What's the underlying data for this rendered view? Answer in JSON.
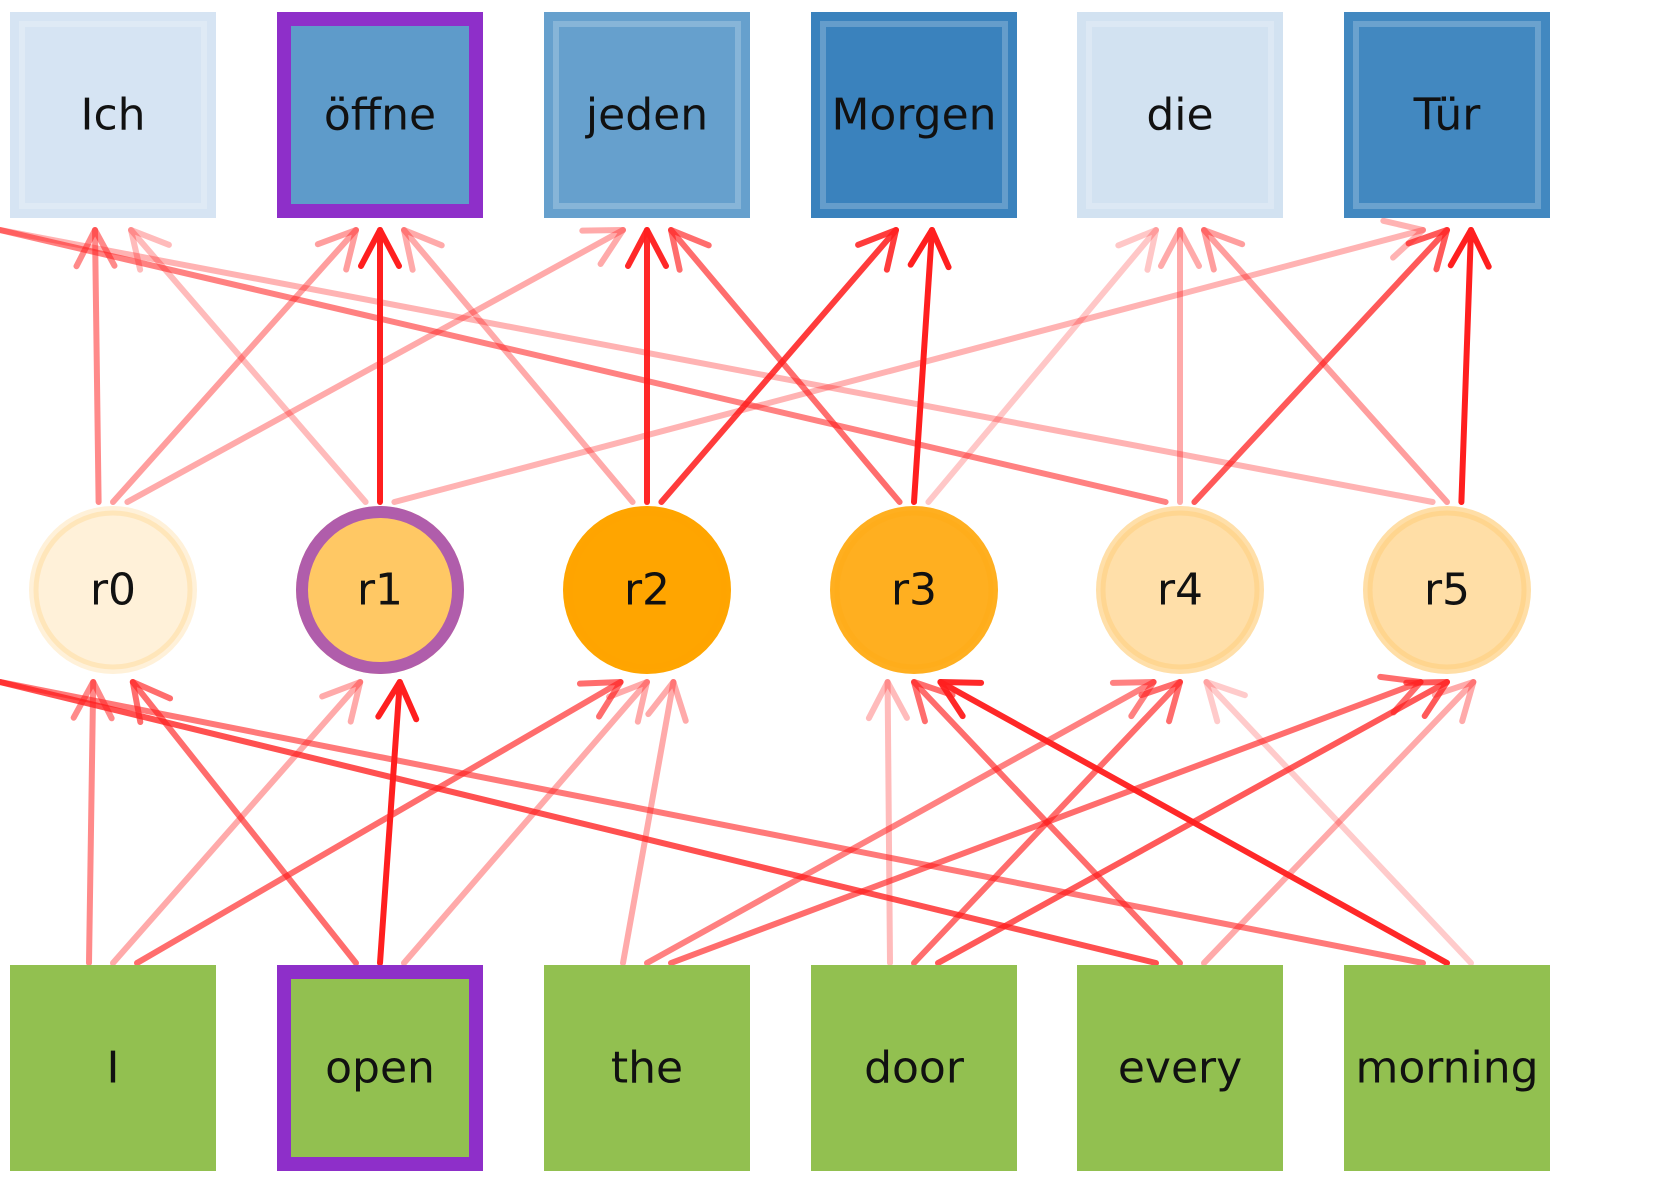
{
  "colors": {
    "arrow": "#ff1f1f",
    "highlight_border": "#8e2fc9",
    "source_fill": "#92c050",
    "target_fills": [
      "#d6e4f3",
      "#5e9bca",
      "#66a0cd",
      "#3a82bd",
      "#d2e2f1",
      "#4288c0"
    ],
    "hidden_fills": [
      "#fff1d9",
      "#ffc864",
      "#ffa500",
      "#ffaf20",
      "#ffdfa9",
      "#ffdea6"
    ]
  },
  "target_words": [
    {
      "label": "Ich",
      "highlight": false
    },
    {
      "label": "öffne",
      "highlight": true
    },
    {
      "label": "jeden",
      "highlight": false
    },
    {
      "label": "Morgen",
      "highlight": false
    },
    {
      "label": "die",
      "highlight": false
    },
    {
      "label": "Tür",
      "highlight": false
    }
  ],
  "hidden_states": [
    {
      "label": "r0",
      "highlight": false
    },
    {
      "label": "r1",
      "highlight": true
    },
    {
      "label": "r2",
      "highlight": false
    },
    {
      "label": "r3",
      "highlight": false
    },
    {
      "label": "r4",
      "highlight": false
    },
    {
      "label": "r5",
      "highlight": false
    }
  ],
  "source_words": [
    {
      "label": "I",
      "highlight": false
    },
    {
      "label": "open",
      "highlight": true
    },
    {
      "label": "the",
      "highlight": false
    },
    {
      "label": "door",
      "highlight": false
    },
    {
      "label": "every",
      "highlight": false
    },
    {
      "label": "morning",
      "highlight": false
    }
  ],
  "source_to_hidden": [
    {
      "from": 0,
      "to": 0,
      "weight": 0.45
    },
    {
      "from": 0,
      "to": 1,
      "weight": 0.3
    },
    {
      "from": 0,
      "to": 2,
      "weight": 0.6
    },
    {
      "from": 1,
      "to": 0,
      "weight": 0.6
    },
    {
      "from": 1,
      "to": 1,
      "weight": 1.0
    },
    {
      "from": 1,
      "to": 2,
      "weight": 0.3
    },
    {
      "from": 2,
      "to": 2,
      "weight": 0.3
    },
    {
      "from": 2,
      "to": 4,
      "weight": 0.5
    },
    {
      "from": 2,
      "to": 5,
      "weight": 0.6
    },
    {
      "from": 3,
      "to": 3,
      "weight": 0.2
    },
    {
      "from": 3,
      "to": 4,
      "weight": 0.6
    },
    {
      "from": 3,
      "to": 5,
      "weight": 0.7
    },
    {
      "from": 4,
      "to": 2,
      "weight": 0.75
    },
    {
      "from": 4,
      "to": 3,
      "weight": 0.6
    },
    {
      "from": 4,
      "to": 5,
      "weight": 0.3
    },
    {
      "from": 5,
      "to": 2,
      "weight": 0.55
    },
    {
      "from": 5,
      "to": 3,
      "weight": 0.95
    },
    {
      "from": 5,
      "to": 4,
      "weight": 0.12
    }
  ],
  "hidden_to_target": [
    {
      "from": 0,
      "to": 0,
      "weight": 0.45
    },
    {
      "from": 0,
      "to": 1,
      "weight": 0.35
    },
    {
      "from": 0,
      "to": 2,
      "weight": 0.3
    },
    {
      "from": 1,
      "to": 0,
      "weight": 0.2
    },
    {
      "from": 1,
      "to": 1,
      "weight": 1.0
    },
    {
      "from": 1,
      "to": 5,
      "weight": 0.25
    },
    {
      "from": 2,
      "to": 1,
      "weight": 0.3
    },
    {
      "from": 2,
      "to": 2,
      "weight": 0.95
    },
    {
      "from": 2,
      "to": 3,
      "weight": 0.85
    },
    {
      "from": 3,
      "to": 2,
      "weight": 0.6
    },
    {
      "from": 3,
      "to": 3,
      "weight": 1.0
    },
    {
      "from": 3,
      "to": 4,
      "weight": 0.15
    },
    {
      "from": 4,
      "to": 1,
      "weight": 0.5
    },
    {
      "from": 4,
      "to": 4,
      "weight": 0.3
    },
    {
      "from": 4,
      "to": 5,
      "weight": 0.7
    },
    {
      "from": 5,
      "to": 1,
      "weight": 0.25
    },
    {
      "from": 5,
      "to": 4,
      "weight": 0.35
    },
    {
      "from": 5,
      "to": 5,
      "weight": 1.0
    }
  ]
}
